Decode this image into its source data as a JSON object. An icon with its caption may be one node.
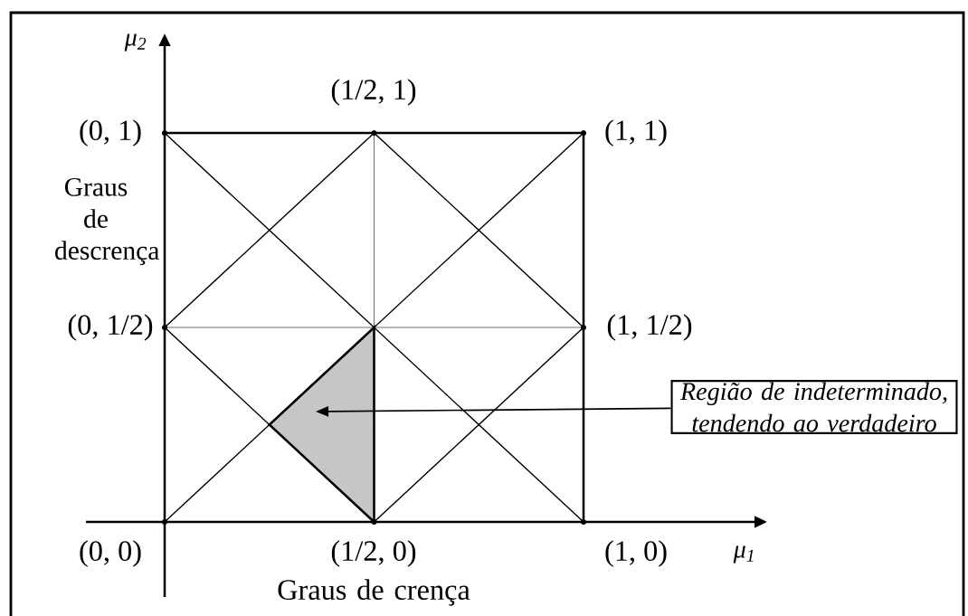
{
  "diagram": {
    "nodes": [
      {
        "text": [
          "Região de indeterminado, tendendo ao verdadeiro"
        ]
      },
      {
        "text": [],
        "shape": "triangle"
      }
    ],
    "edges": [
      {
        "from": 0,
        "to": 1,
        "arrow": "to"
      }
    ],
    "labels": [
      "μ$_{2}$",
      "(1/2, 1)",
      "(0, 1)",
      "(1, 1)",
      "Graus de descrença",
      "(0, 1/2)",
      "(1, 1/2)",
      "(0, 0)",
      "(1/2, 0)",
      "(1, 0)",
      "μ$_{1}$",
      "Graus de crença"
    ]
  }
}
